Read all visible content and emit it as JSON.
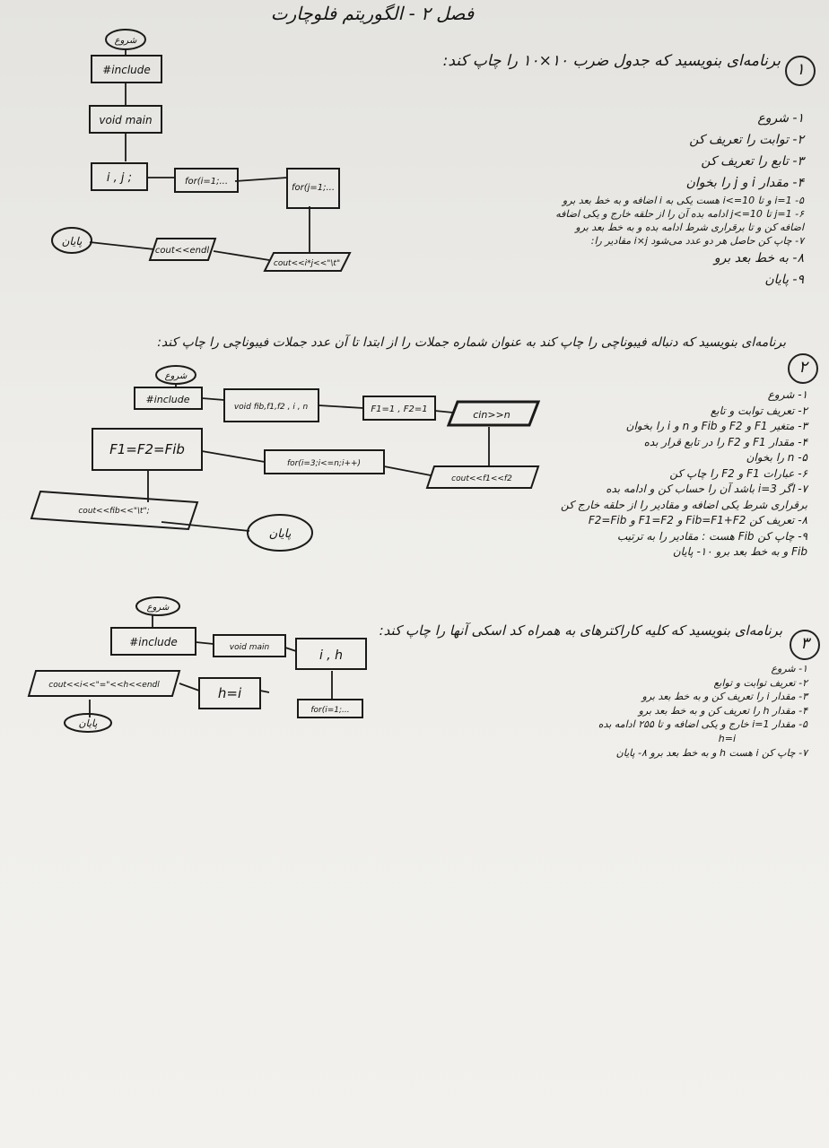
{
  "page": {
    "title": "فصل ۲ - الگوریتم فلوچارت"
  },
  "q1": {
    "number": "۱",
    "heading": "برنامه‌ای بنویسید که جدول ضرب ۱۰×۱۰ را چاپ کند:",
    "steps": [
      "۱- شروع",
      "۲- توابت را تعریف کن",
      "۳- تابع را تعریف کن",
      "۴- مقدار i و j را بخوان",
      "۵- i=1 و تا i<=10 هست یکی به i اضافه و به خط بعد برو",
      "۶- j=1 تا j<=10 ادامه بده آن را از حلقه خارج و یکی اضافه",
      "اضافه کن و تا برقراری شرط ادامه بده و به خط بعد برو",
      "۷- چاپ کن حاصل هر دو عدد می‌شود i×j مقادیر را:",
      "۸- به خط بعد برو",
      "۹- پایان"
    ],
    "flow": {
      "start": "شروع",
      "include": "#include",
      "void_main": "void main",
      "decl": "i , j ;",
      "loop_i": "for(i=1;...",
      "loop_j": "for(j=1;...",
      "print": "cout<<i*j<<\"\\t\"",
      "newline": "cout<<endl",
      "end": "پایان"
    }
  },
  "q2": {
    "number": "۲",
    "heading": "برنامه‌ای بنویسید که دنباله فیبوناچی را چاپ کند به عنوان شماره جملات را از ابتدا تا آن عدد جملات فیبوناچی را چاپ کند:",
    "steps": [
      "۱- شروع",
      "۲- تعریف توابت و تابع",
      "۳- متغیر F1 و F2 و Fib و n و i را بخوان",
      "۴- مقدار F1 و F2 را در تابع قرار بده",
      "۵- n را بخوان",
      "۶- عبارات F1 و F2 را چاپ کن",
      "۷- اگر i=3 باشد آن را حساب کن و ادامه بده",
      "برقراری شرط یکی اضافه و مقادیر را از حلقه خارج کن",
      "۸- تعریف کن Fib=F1+F2 و F1=F2 و F2=Fib",
      "۹- چاپ کن Fib هست : مقادیر را به ترتیب",
      "Fib و به خط بعد برو    ۱۰- پایان"
    ],
    "flow": {
      "start": "شروع",
      "include": "#include",
      "decl": "void fib,f1,f2 , i , n",
      "init": "F1=1 , F2=1",
      "input": "cin>>n",
      "print_first": "cout<<f1<<f2",
      "loop": "for(i=3;i<=n;i++)",
      "calc": "F1=F2=Fib",
      "print_fib": "cout<<fib<<\"\\t\";",
      "end": "پایان"
    }
  },
  "q3": {
    "number": "۳",
    "heading": "برنامه‌ای بنویسید که کلیه کاراکترهای به همراه کد اسکی آنها را چاپ کند:",
    "steps": [
      "۱- شروع",
      "۲- تعریف توابت و توابع",
      "۳- مقدار i را تعریف کن و به خط بعد برو",
      "۴- مقدار h را تعریف کن و به خط بعد برو",
      "۵- مقدار i=1 خارج و یکی اضافه و تا ۲۵۵ ادامه بده",
      "h=i",
      "۷- چاپ کن i هست h و به خط بعد برو    ۸- پایان"
    ],
    "flow": {
      "start": "شروع",
      "include": "#include",
      "void_main": "void main",
      "decl": "i , h",
      "loop": "for(i=1;...",
      "assign": "h=i",
      "print": "cout<<i<<\"=\"<<h<<endl",
      "end": "پایان"
    }
  }
}
